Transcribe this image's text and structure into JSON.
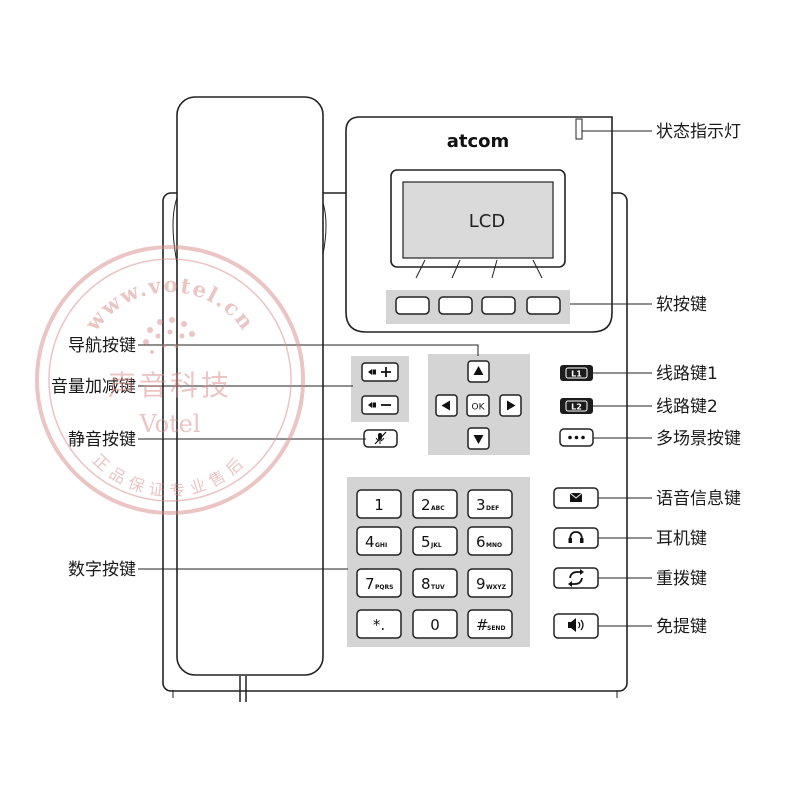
{
  "brand": "atcom",
  "lcd_text": "LCD",
  "callouts": {
    "status_light": "状态指示灯",
    "soft_keys": "软按键",
    "navigation": "导航按键",
    "volume": "音量加减键",
    "mute": "静音按键",
    "line1": "线路键1",
    "line2": "线路键2",
    "multi_scene": "多场景按键",
    "voicemail": "语音信息键",
    "headset": "耳机键",
    "redial": "重拨键",
    "speaker": "免提键",
    "numeric": "数字按键"
  },
  "keypad": [
    {
      "main": "1",
      "sub": ""
    },
    {
      "main": "2",
      "sub": "ABC"
    },
    {
      "main": "3",
      "sub": "DEF"
    },
    {
      "main": "4",
      "sub": "GHI"
    },
    {
      "main": "5",
      "sub": "JKL"
    },
    {
      "main": "6",
      "sub": "MNO"
    },
    {
      "main": "7",
      "sub": "PQRS"
    },
    {
      "main": "8",
      "sub": "TUV"
    },
    {
      "main": "9",
      "sub": "WXYZ"
    },
    {
      "main": "*.",
      "sub": ""
    },
    {
      "main": "0",
      "sub": ""
    },
    {
      "main": "#",
      "sub": "SEND"
    }
  ],
  "line_keys": {
    "l1": "L1",
    "l2": "L2"
  },
  "nav_ok": "OK",
  "watermark": {
    "url": "www.votel.cn",
    "cn_name": "声音科技",
    "en_name": "Votel",
    "bottom": "正品保证专业售后"
  },
  "icons": {
    "volume_up": "volume-up-icon",
    "volume_down": "volume-down-icon",
    "mute": "mute-icon",
    "multi_scene": "ellipsis-icon",
    "voicemail": "envelope-icon",
    "headset": "headset-icon",
    "redial": "redial-icon",
    "speaker": "speaker-icon"
  }
}
